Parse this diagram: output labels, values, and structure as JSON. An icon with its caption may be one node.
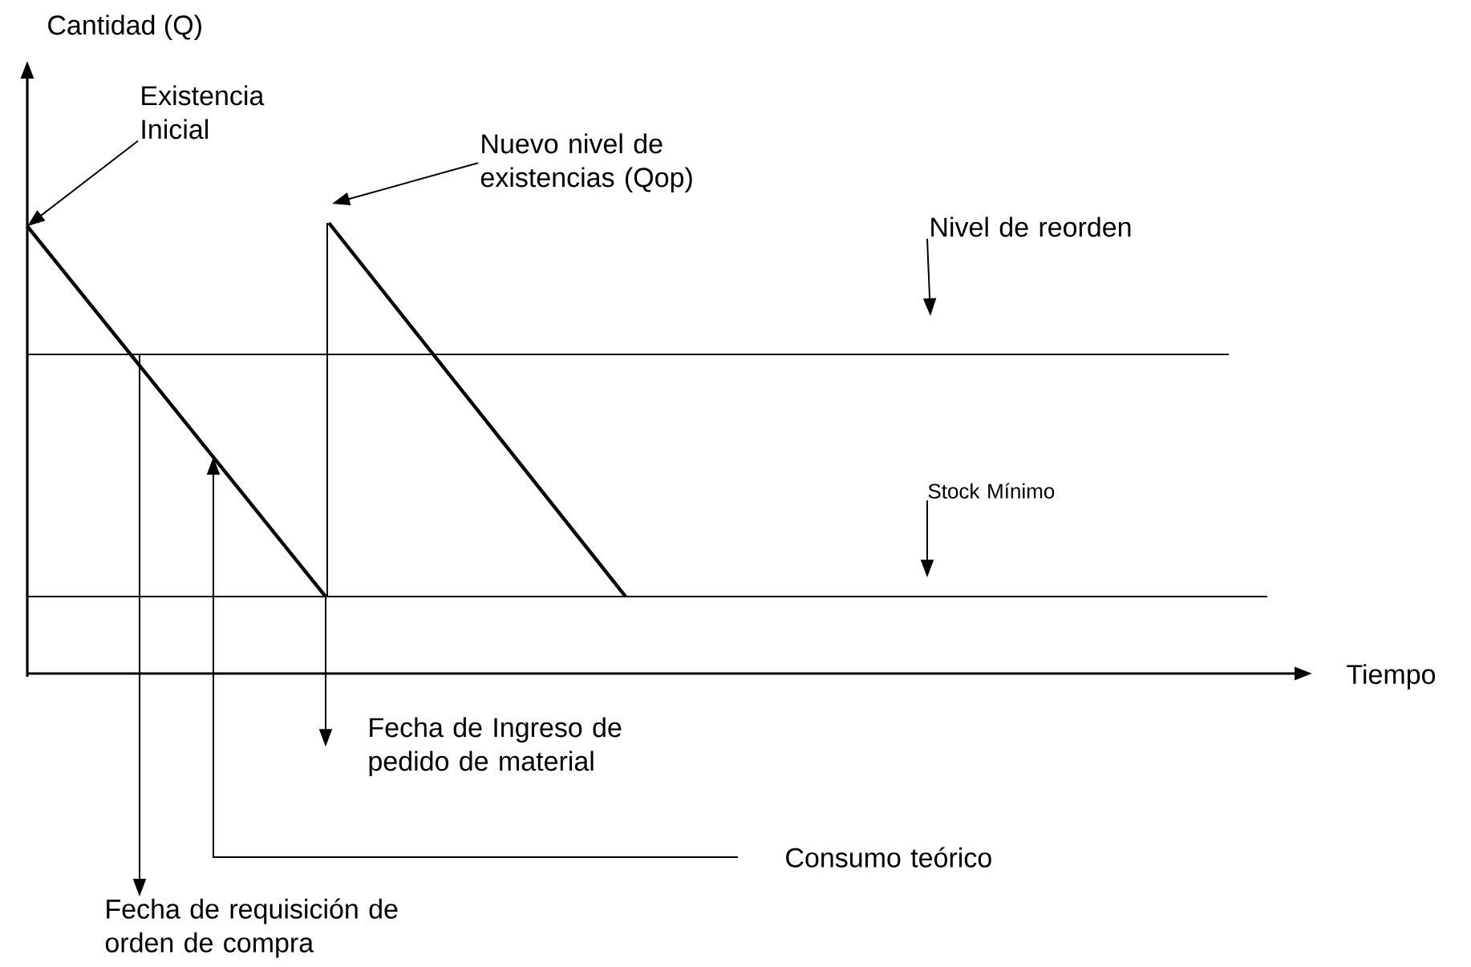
{
  "diagram": {
    "nodes": [
      {
        "text": [
          "Existencia Inicial"
        ]
      },
      {
        "text": [
          "Nuevo nivel de existencias (Qop)"
        ]
      },
      {
        "text": [
          "Nivel de reorden"
        ]
      },
      {
        "text": [
          "Stock Mínimo"
        ]
      },
      {
        "text": [
          "Fecha de Ingreso de pedido de material"
        ]
      },
      {
        "text": [
          "Consumo teórico"
        ]
      },
      {
        "text": [
          "Fecha de requisición de orden de compra"
        ]
      }
    ],
    "edges": [
      {
        "from": 0,
        "to": null,
        "arrow": "to"
      },
      {
        "from": 1,
        "to": null,
        "arrow": "to"
      },
      {
        "from": 2,
        "to": null,
        "arrow": "to"
      },
      {
        "from": 3,
        "to": null,
        "arrow": "to"
      },
      {
        "from": null,
        "to": 4,
        "arrow": "to"
      },
      {
        "from": null,
        "to": 6,
        "arrow": "to"
      },
      {
        "from": 5,
        "to": null,
        "arrow": "to"
      }
    ],
    "labels": [
      "Cantidad  (Q)",
      "Tiempo"
    ]
  }
}
